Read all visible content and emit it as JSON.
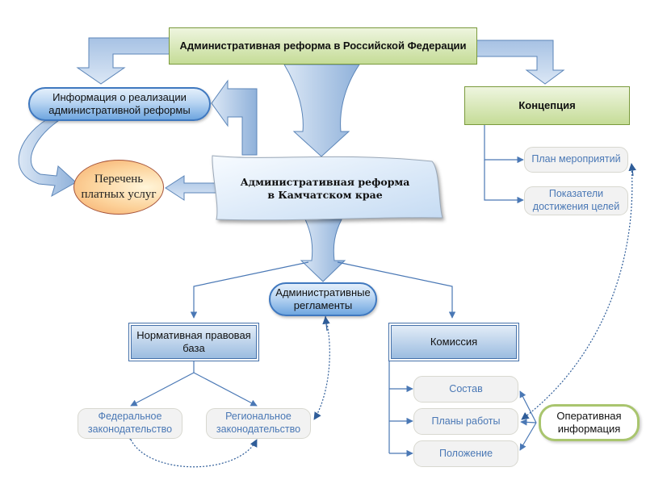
{
  "diagram": {
    "top_node": {
      "label": "Административная реформа в Российской Федерации"
    },
    "concept_node": {
      "label": "Концепция"
    },
    "info_node": {
      "label": "Информация о реализации административной реформы"
    },
    "paid_services_node": {
      "label": "Перечень платных услуг"
    },
    "kamchatka_node": {
      "label": "Административная реформа в Камчатском крае"
    },
    "regulations_node": {
      "label": "Административные регламенты"
    },
    "legal_base_node": {
      "label": "Нормативная правовая база"
    },
    "commission_node": {
      "label": "Комиссия"
    },
    "concept_children": [
      {
        "label": "План мероприятий"
      },
      {
        "label": "Показатели достижения целей"
      }
    ],
    "legal_children": [
      {
        "label": "Федеральное законодательство"
      },
      {
        "label": "Региональное законодательство"
      }
    ],
    "commission_children": [
      {
        "label": "Состав"
      },
      {
        "label": "Планы работы"
      },
      {
        "label": "Положение"
      }
    ],
    "operative_node": {
      "label": "Оперативная информация"
    },
    "colors": {
      "arrow_fill_light": "#dbe7f5",
      "arrow_fill_dark": "#8fb1da",
      "arrow_stroke": "#5b85b8",
      "connector": "#4a78b5",
      "green_border": "#7a9a3c",
      "text_blue": "#4a78b5"
    }
  }
}
